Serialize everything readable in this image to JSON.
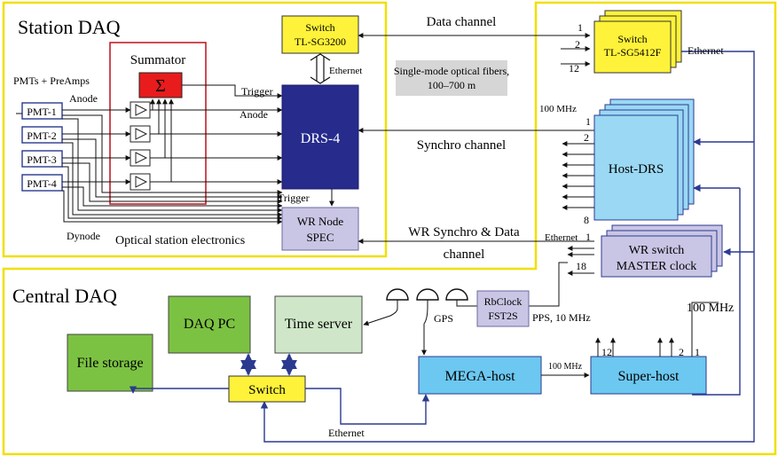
{
  "sections": {
    "station_title": "Station DAQ",
    "central_title": "Central DAQ",
    "optical_label": "Optical station electronics"
  },
  "blocks": {
    "summator": "Summator",
    "sigma": "Σ",
    "pmts_preamps": "PMTs + PreAmps",
    "pmts": [
      "PMT-1",
      "PMT-2",
      "PMT-3",
      "PMT-4"
    ],
    "switch_station": [
      "Switch",
      "TL-SG3200"
    ],
    "drs4": "DRS-4",
    "wr_node": [
      "WR Node",
      "SPEC"
    ],
    "fibers_note": [
      "Single-mode optical fibers,",
      "100–700 m"
    ],
    "switch_central": [
      "Switch",
      "TL-SG5412F"
    ],
    "host_drs": "Host-DRS",
    "wr_switch": [
      "WR switch",
      "MASTER clock"
    ],
    "daq_pc": "DAQ PC",
    "time_server": "Time server",
    "file_storage": "File storage",
    "switch_bottom": "Switch",
    "rbclock": [
      "RbClock",
      "FST2S"
    ],
    "mega_host": "MEGA-host",
    "super_host": "Super-host"
  },
  "labels": {
    "anode_left": "Anode",
    "anode_right": "Anode",
    "dynode": "Dynode",
    "trigger_in": "Trigger",
    "trigger_out": "Trigger",
    "ethernet_vertical": "Ethernet",
    "data_channel": "Data channel",
    "synchro_channel": "Synchro channel",
    "wr_channel": [
      "WR Synchro & Data",
      "channel"
    ],
    "ethernet_right": "Ethernet",
    "ethernet_wr": "Ethernet",
    "ethernet_bottom": "Ethernet",
    "freq_100mhz_top": "100 MHz",
    "freq_100mhz_right": "100 MHz",
    "freq_100mhz_mid": "100 MHz",
    "gps": "GPS",
    "pps": "PPS, 10 MHz",
    "switch_ports": [
      "1",
      "2",
      "12"
    ],
    "host_ports": [
      "1",
      "2",
      "8"
    ],
    "wr_ports": [
      "1",
      "18"
    ],
    "super_ports": [
      "12",
      "2",
      "1"
    ]
  }
}
